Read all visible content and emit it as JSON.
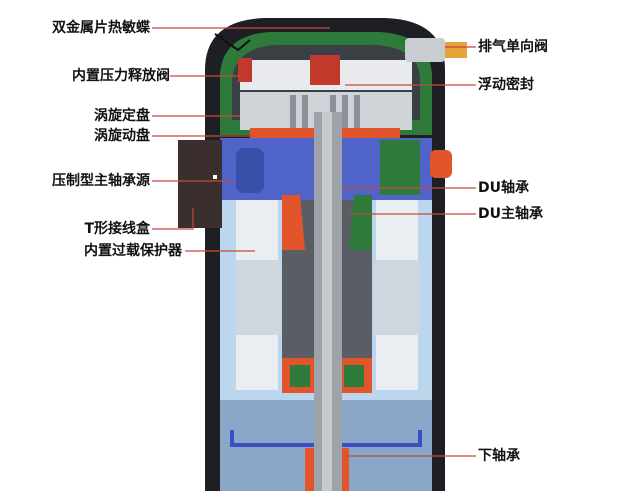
{
  "labels_left": {
    "bimetal": "双金属片热敏蝶",
    "relief_valve": "内置压力释放阀",
    "fixed_scroll": "涡旋定盘",
    "orbiting_scroll": "涡旋动盘",
    "main_bearing_housing": "压制型主轴承源",
    "terminal_box": "T形接线盒",
    "overload_protector": "内置过载保护器"
  },
  "labels_right": {
    "discharge_check_valve": "排气单向阀",
    "floating_seal": "浮动密封",
    "du_bearing": "DU轴承",
    "du_main_bearing": "DU主轴承",
    "lower_bearing": "下轴承"
  },
  "colors": {
    "leader": "#c44a3a",
    "shell": "#1e1f24",
    "blue": "#4f63c8",
    "green": "#2d7a3a",
    "orange": "#e2552a"
  }
}
